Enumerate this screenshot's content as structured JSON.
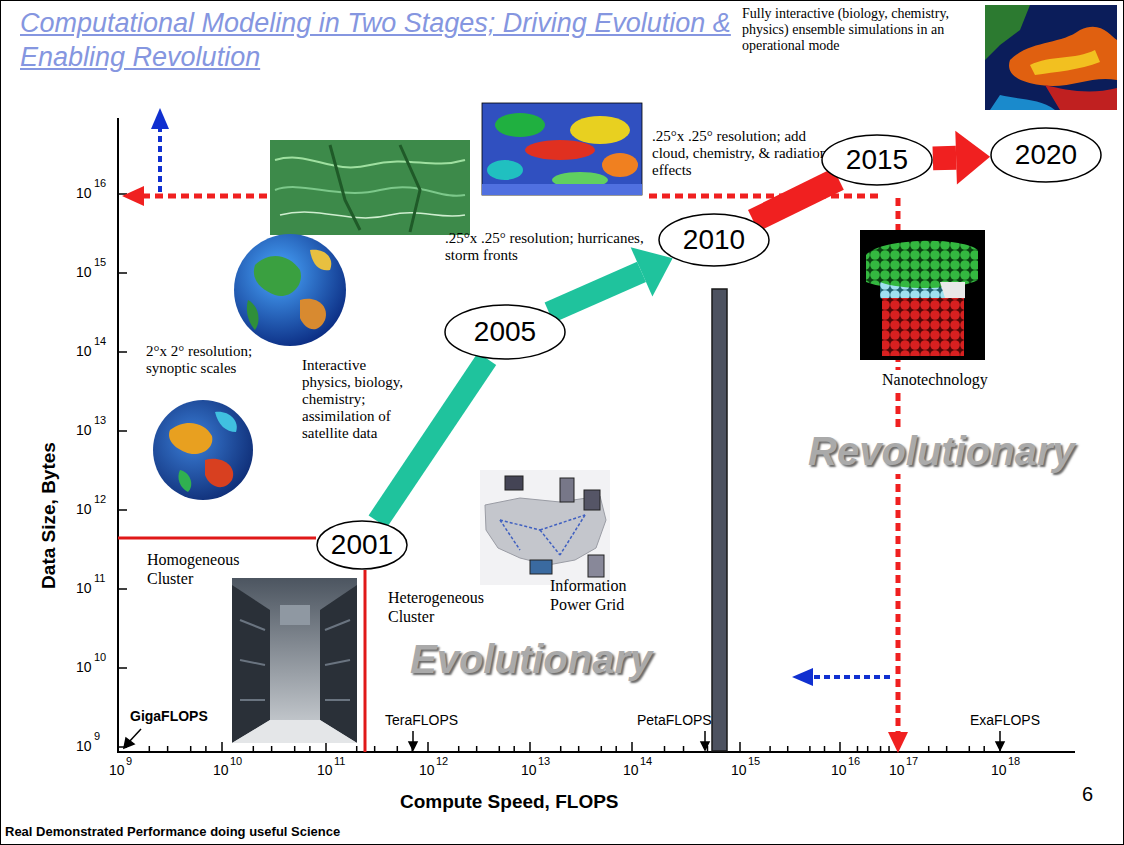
{
  "diagram": {
    "title": "Computational Modeling in Two Stages; Driving Evolution & Enabling Revolution",
    "caption": "Real Demonstrated Performance doing useful Science",
    "nodes": [
      {
        "text": [
          "2001"
        ]
      },
      {
        "text": [
          "2005"
        ]
      },
      {
        "text": [
          "2010"
        ]
      },
      {
        "text": [
          "2015"
        ]
      },
      {
        "text": [
          "2020"
        ]
      }
    ],
    "edges": [
      {
        "from": 0,
        "to": 1,
        "arrow": "none"
      },
      {
        "from": 1,
        "to": 2,
        "arrow": "to"
      },
      {
        "from": 2,
        "to": 3,
        "arrow": "none"
      },
      {
        "from": 3,
        "to": 4,
        "arrow": "to"
      }
    ],
    "labels": [
      "Fully interactive (biology, chemistry, physics) ensemble simulations in an operational mode",
      ".25°x .25° resolution; add cloud, chemistry, & radiation effects",
      ".25°x .25° resolution; hurricanes, storm fronts",
      "2°x 2° resolution; synoptic scales",
      "Interactive physics, biology, chemistry; assimilation of satellite data",
      "Nanotechnology",
      "Revolutionary",
      "Homogeneous Cluster",
      "Heterogeneous Cluster",
      "Information Power Grid",
      "Evolutionary",
      "GigaFLOPS",
      "TeraFLOPS",
      "PetaFLOPS",
      "ExaFLOPS",
      "Data Size, Bytes",
      "Compute Speed, FLOPS",
      "6",
      "10",
      "16",
      "10",
      "15",
      "10",
      "14",
      "10",
      "13",
      "10",
      "12",
      "10",
      "11",
      "10",
      "10",
      "10",
      "9",
      "10",
      "9",
      "10",
      "10",
      "10",
      "11",
      "10",
      "12",
      "10",
      "13",
      "10",
      "14",
      "10",
      "15",
      "10",
      "16",
      "10",
      "17",
      "10",
      "18"
    ]
  }
}
